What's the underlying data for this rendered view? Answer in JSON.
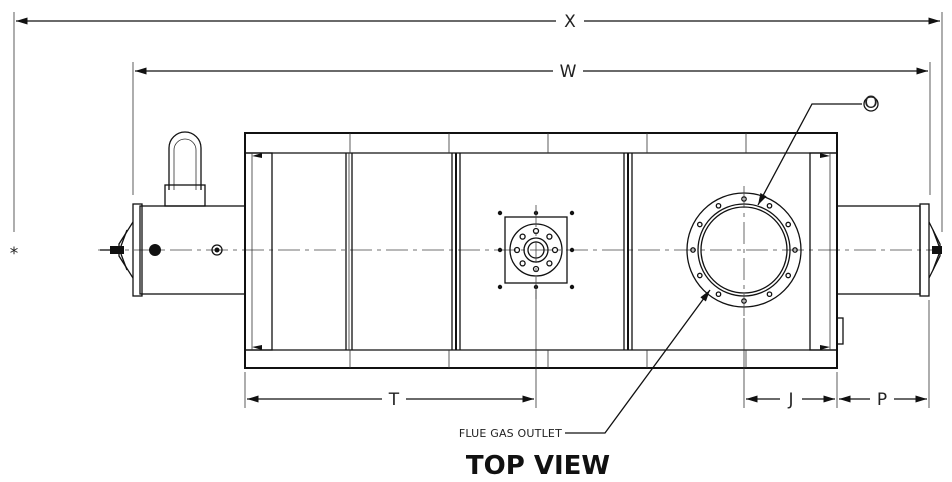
{
  "dimensions": {
    "overall_length": "X",
    "width": "W",
    "outlet_offset": "T",
    "inlet_offset": "J",
    "inlet_projection": "P",
    "inlet_diameter": "O"
  },
  "reference_mark": "*",
  "callouts": {
    "flue_gas_outlet": "FLUE GAS OUTLET"
  },
  "view_title": "TOP VIEW"
}
